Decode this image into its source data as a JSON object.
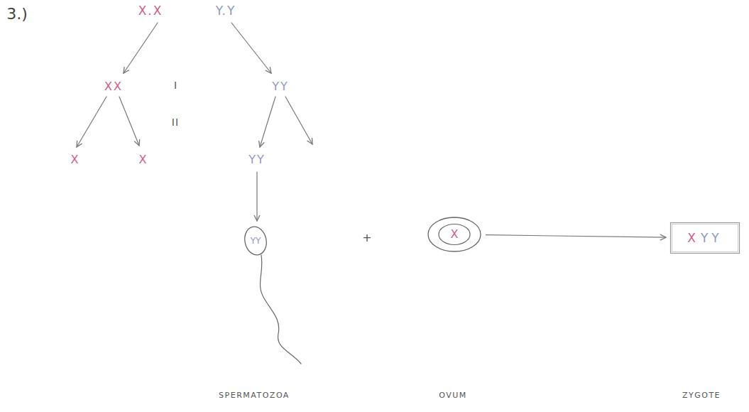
{
  "diagram": {
    "nodes": [
      {
        "text": [
          "YY"
        ]
      },
      {
        "text": [
          "X"
        ]
      },
      {
        "text": [
          "X",
          "YY"
        ]
      }
    ],
    "edges": [
      {
        "from": 1,
        "to": 2,
        "arrow": "to"
      }
    ],
    "labels": [
      "3.)",
      "X.X",
      "Y.Y",
      "I",
      "XX",
      "YY",
      "II",
      "X",
      "X",
      "YY",
      "+",
      "SPERMATOZOA",
      "OVUM",
      "ZYGOTE"
    ]
  }
}
